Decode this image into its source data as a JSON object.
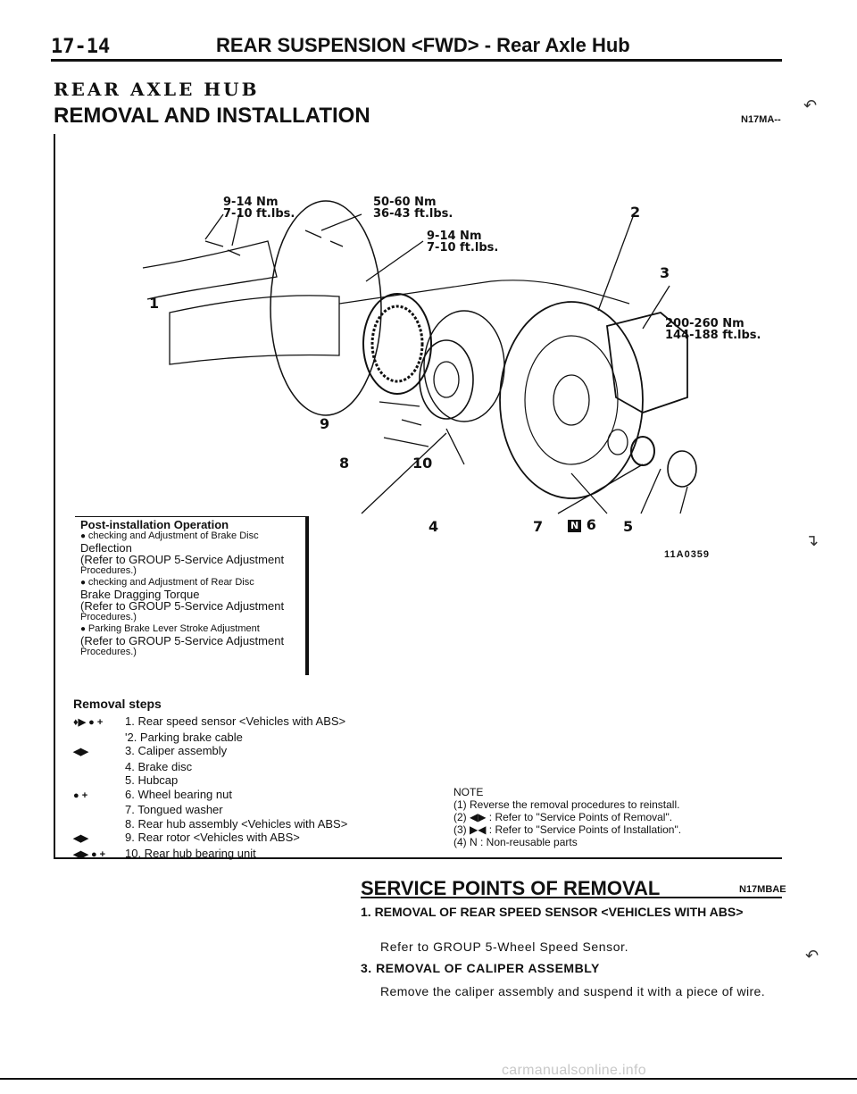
{
  "header": {
    "page_number": "17-14",
    "title": "REAR SUSPENSION <FWD> - Rear Axle Hub"
  },
  "section": {
    "title": "REAR AXLE HUB",
    "subtitle": "REMOVAL AND INSTALLATION",
    "code": "N17MA--"
  },
  "diagram": {
    "torque_labels": [
      {
        "line1": "9-14 Nm",
        "line2": "7-10 ft.lbs."
      },
      {
        "line1": "50-60 Nm",
        "line2": "36-43 ft.lbs."
      },
      {
        "line1": "9-14 Nm",
        "line2": "7-10 ft.lbs."
      },
      {
        "line1": "200-260 Nm",
        "line2": "144-188 ft.lbs."
      }
    ],
    "callouts": [
      "1",
      "2",
      "3",
      "9",
      "8",
      "10",
      "4",
      "7",
      "6",
      "5"
    ],
    "figure_id": "11A0359"
  },
  "post_installation": {
    "heading": "Post-installation Operation",
    "items": [
      {
        "title": "checking and Adjustment of Brake Disc",
        "detail": "Deflection",
        "ref1": "(Refer to GROUP 5-Service Adjustment",
        "ref2": "Procedures.)"
      },
      {
        "title": "checking and Adjustment of Rear Disc",
        "detail": "Brake Dragging Torque",
        "ref1": "(Refer to GROUP 5-Service Adjustment",
        "ref2": "Procedures.)"
      },
      {
        "title": "Parking Brake Lever Stroke Adjustment",
        "detail": "",
        "ref1": "(Refer to GROUP 5-Service Adjustment",
        "ref2": "Procedures.)"
      }
    ]
  },
  "removal": {
    "heading": "Removal steps",
    "steps": [
      {
        "marks": "♦▶ ● +",
        "text": "1. Rear speed sensor <Vehicles with ABS>"
      },
      {
        "marks": "",
        "text": "'2. Parking brake cable"
      },
      {
        "marks": "◀▶",
        "text": "3. Caliper assembly"
      },
      {
        "marks": "",
        "text": "4. Brake disc"
      },
      {
        "marks": "",
        "text": "5. Hubcap"
      },
      {
        "marks": "● +",
        "text": "6. Wheel bearing nut"
      },
      {
        "marks": "",
        "text": "7. Tongued washer"
      },
      {
        "marks": "",
        "text": "8. Rear hub assembly <Vehicles with ABS>"
      },
      {
        "marks": "◀▶",
        "text": "9. Rear rotor <Vehicles with ABS>"
      },
      {
        "marks": "◀▶ ● +",
        "text": "10. Rear hub bearing unit"
      }
    ]
  },
  "note": {
    "heading": "NOTE",
    "lines": [
      "(1) Reverse the removal procedures to reinstall.",
      "(2) ◀▶ : Refer to \"Service Points of Removal\".",
      "(3) ▶◀ : Refer to \"Service Points of Installation\".",
      "(4) N : Non-reusable parts"
    ]
  },
  "service_points": {
    "title": "SERVICE POINTS OF REMOVAL",
    "code": "N17MBAE",
    "item1_title": "1. REMOVAL OF REAR SPEED SENSOR <VEHICLES WITH ABS>",
    "item1_body": "Refer to GROUP 5-Wheel Speed Sensor.",
    "item3_title": "3. REMOVAL OF CALIPER ASSEMBLY",
    "item3_body": "Remove the caliper assembly and suspend it with a piece of wire."
  },
  "footer": {
    "watermark": "carmanualsonline.info"
  }
}
